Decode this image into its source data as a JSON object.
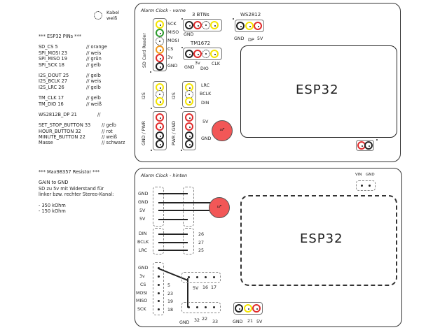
{
  "legend": {
    "icon": "dotted-circle-icon",
    "line1": "Kabel",
    "line2": "weiß"
  },
  "pin_notes": {
    "title": "*** ESP32 PINs ***",
    "groups": [
      [
        {
          "name": "SD_CS 5",
          "comment": "// orange"
        },
        {
          "name": "SPI_MOSI 23",
          "comment": "// weis"
        },
        {
          "name": "SPI_MISO 19",
          "comment": "// grün"
        },
        {
          "name": "SPI_SCK 18",
          "comment": "// gelb"
        }
      ],
      [
        {
          "name": "I2S_DOUT 25",
          "comment": "// gelb"
        },
        {
          "name": "I2S_BCLK 27",
          "comment": "// weis"
        },
        {
          "name": "I2S_LRC 26",
          "comment": "// gelb"
        }
      ],
      [
        {
          "name": "TM_CLK 17",
          "comment": "// gelb"
        },
        {
          "name": "TM_DIO 16",
          "comment": "// weiß"
        }
      ],
      [
        {
          "name": "WS2812B_DP 21",
          "comment": "//"
        }
      ],
      [
        {
          "name": "SET_STOP_BUTTON 33",
          "comment": "// gelb"
        },
        {
          "name": "HOUR_BUTTON 32",
          "comment": "// rot"
        },
        {
          "name": "MINUTE_BUTTON 22",
          "comment": "// weiß"
        },
        {
          "name": "Masse",
          "comment": "// schwarz"
        }
      ]
    ]
  },
  "resistor_notes": {
    "title": "*** Max98357 Resistor ***",
    "lines": [
      "GAIN to GND",
      "SD zu 5v mit Widerstand für",
      "linker bzw. rechter Stereo-Kanal:"
    ],
    "values": [
      "- 350 kOhm",
      "- 150 kOhm"
    ]
  },
  "front_panel": {
    "title": "Alarm Clock - vorne",
    "esp_label": "ESP32",
    "sd_reader": {
      "label": "SD Card Reader",
      "pins": [
        {
          "name": "SCK",
          "color": "#f5e400"
        },
        {
          "name": "MISO",
          "color": "#2e9b2e"
        },
        {
          "name": "MOSI",
          "color": "dotted"
        },
        {
          "name": "CS",
          "color": "#f39a1f"
        },
        {
          "name": "3v",
          "color": "#e02b2b"
        },
        {
          "name": "GND",
          "color": "#222222"
        }
      ]
    },
    "buttons_conn": {
      "label": "3 BTNs",
      "pins": [
        "#222222",
        "#e02b2b",
        "dotted",
        "#f5e400"
      ],
      "bottom_label": "GND"
    },
    "tm1672_conn": {
      "label": "TM1672",
      "pins": [
        "#222222",
        "#e02b2b",
        "dotted",
        "#f5e400"
      ],
      "pin_labels": [
        "GND",
        "3v",
        "DIO",
        "CLK"
      ]
    },
    "ws2812_conn": {
      "label": "WS2812",
      "pins": [
        "#222222",
        "#f5e400",
        "#e02b2b"
      ],
      "pin_labels": [
        "GND",
        "DP",
        "5V"
      ]
    },
    "i2s_left": {
      "label": "I2S",
      "pins": [
        "#f5e400",
        "dotted",
        "#f5e400"
      ]
    },
    "i2s_right": {
      "label": "I2S",
      "pins": [
        "#f5e400",
        "dotted",
        "#f5e400"
      ],
      "pin_labels": [
        "LRC",
        "BCLK",
        "DIN"
      ]
    },
    "pwr_left": {
      "label": "GND / PWR",
      "pins": [
        "#e02b2b",
        "#e02b2b",
        "#222222",
        "#222222"
      ]
    },
    "pwr_right": {
      "label": "PWR / GND",
      "pins": [
        "#e02b2b",
        "#e02b2b",
        "#222222",
        "#222222"
      ],
      "pin_labels": [
        "5V",
        "GND"
      ]
    },
    "capacitor": {
      "label": "uF",
      "color": "#f25757"
    },
    "power_conn": {
      "pins": [
        "#e02b2b",
        "#222222"
      ]
    }
  },
  "back_panel": {
    "title": "Alarm Clock - hinten",
    "esp_label": "ESP32",
    "power_header": {
      "labels": [
        "GND",
        "GND",
        "5V",
        "5V"
      ]
    },
    "i2s_header": {
      "labels": [
        "DIN",
        "BCLK",
        "LRC"
      ],
      "gpio": [
        "26",
        "27",
        "25"
      ]
    },
    "spi_header": {
      "labels": [
        "GND",
        "3v",
        "CS",
        "MOSI",
        "MISO",
        "SCK"
      ],
      "gpio": [
        "5",
        "23",
        "19",
        "18"
      ]
    },
    "top_right_header": {
      "labels": [
        "5V",
        "16",
        "17"
      ]
    },
    "bottom_right_header": {
      "labels": [
        "GND",
        "32",
        "22",
        "33"
      ]
    },
    "ws_conn": {
      "pins": [
        "#222222",
        "#f5e400",
        "#e02b2b"
      ],
      "pin_labels": [
        "GND",
        "21",
        "5V"
      ]
    },
    "vin_header": {
      "labels": [
        "VIN",
        "GND"
      ]
    },
    "capacitor": {
      "label": "uF",
      "color": "#f25757"
    }
  }
}
